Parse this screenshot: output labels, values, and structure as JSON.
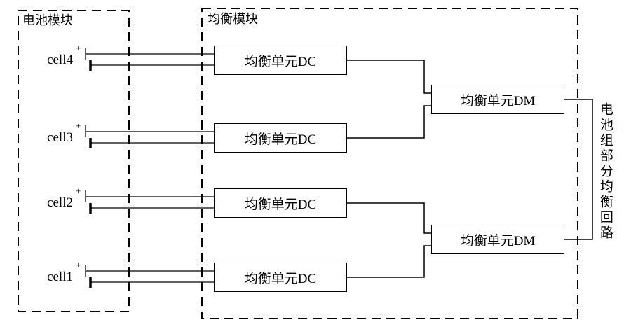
{
  "diagram": {
    "battery_module_label": "电池模块",
    "balance_module_label": "均衡模块",
    "battery_plus": "+",
    "cells": [
      {
        "label": "cell4"
      },
      {
        "label": "cell3"
      },
      {
        "label": "cell2"
      },
      {
        "label": "cell1"
      }
    ],
    "dc_units": [
      {
        "label": "均衡单元DC"
      },
      {
        "label": "均衡单元DC"
      },
      {
        "label": "均衡单元DC"
      },
      {
        "label": "均衡单元DC"
      }
    ],
    "dm_units": [
      {
        "label": "均衡单元DM"
      },
      {
        "label": "均衡单元DM"
      }
    ],
    "output_label": "电池组部分均衡回路",
    "line_color": "#000000"
  }
}
